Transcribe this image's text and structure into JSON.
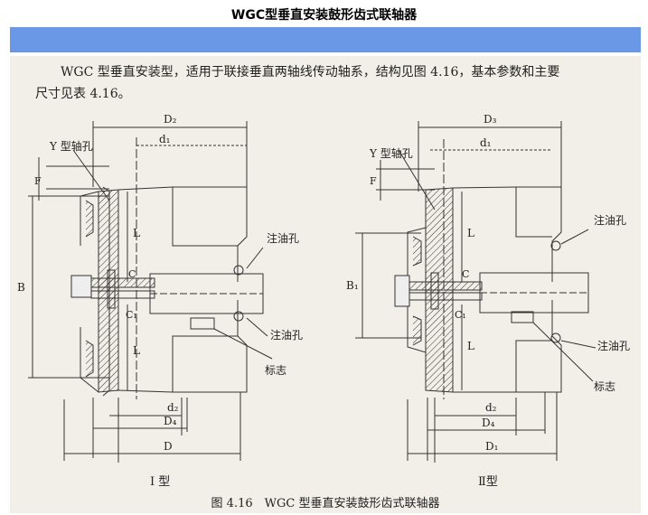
{
  "header": {
    "title": "WGC型垂直安装鼓形齿式联轴器"
  },
  "intro": {
    "line1": "WGC 型垂直安装型，适用于联接垂直两轴线传动轴系，结构见图 4.16，基本参数和主要",
    "line2": "尺寸见表 4.16。"
  },
  "fig1": {
    "type_label": "I 型",
    "labels": {
      "top_dim": "D₂",
      "d1": "d₁",
      "bore": "Y 型轴孔",
      "F": "F",
      "L_upper": "L",
      "L_lower": "L",
      "C": "C",
      "C1": "C₁",
      "B": "B",
      "oil_upper": "注油孔",
      "oil_lower": "注油孔",
      "mark": "标志",
      "d2": "d₂",
      "D4": "D₄",
      "D": "D"
    }
  },
  "fig2": {
    "type_label": "Ⅱ型",
    "labels": {
      "top_dim": "D₃",
      "d1": "d₁",
      "bore": "Y 型轴孔",
      "F": "F",
      "L_upper": "L",
      "L_lower": "L",
      "C": "C",
      "C1": "C₁",
      "B1": "B₁",
      "oil_upper": "注油孔",
      "oil_lower": "注油孔",
      "mark": "标志",
      "d2": "d₂",
      "D4": "D₄",
      "D1": "D₁"
    }
  },
  "caption": "图 4.16　WGC 型垂直安装鼓形齿式联轴器"
}
